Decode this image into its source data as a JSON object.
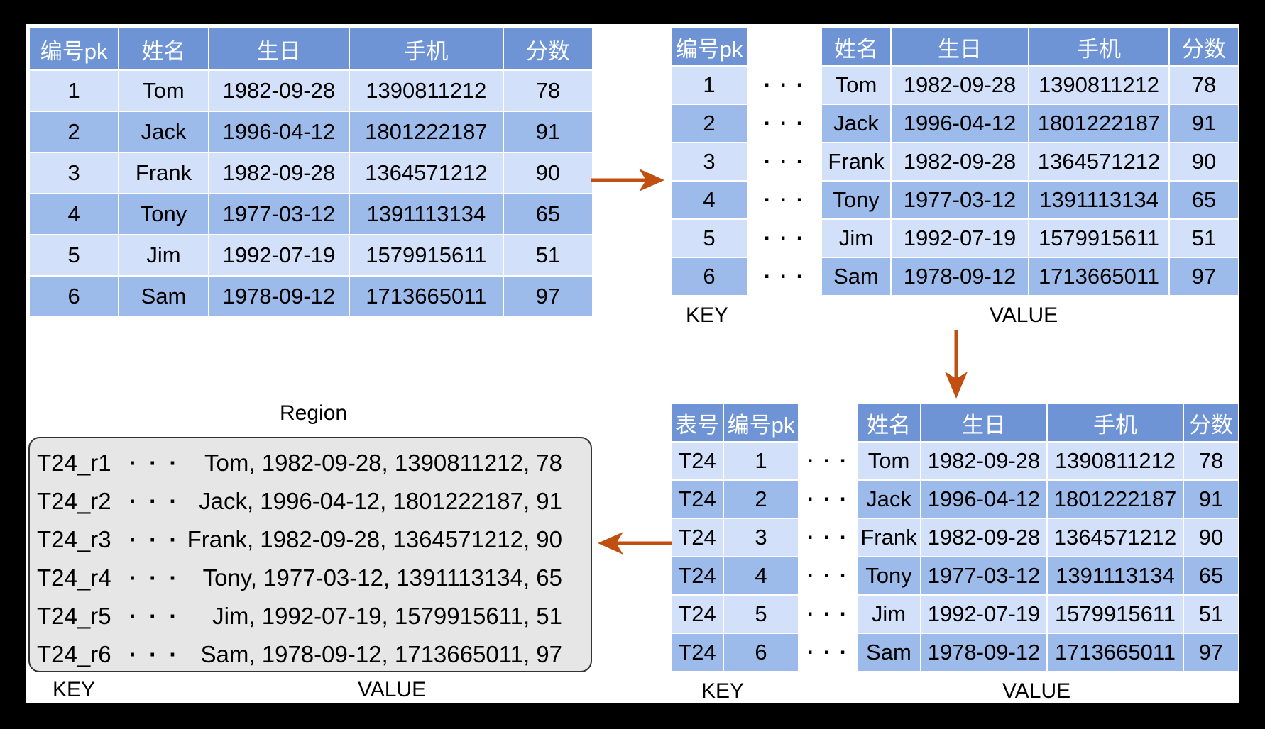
{
  "headers": {
    "pk": "编号pk",
    "name": "姓名",
    "birthday": "生日",
    "phone": "手机",
    "score": "分数",
    "table_no": "表号"
  },
  "ellipsis": "· · ·",
  "rows": [
    {
      "pk": "1",
      "name": "Tom",
      "birthday": "1982-09-28",
      "phone": "1390811212",
      "score": "78"
    },
    {
      "pk": "2",
      "name": "Jack",
      "birthday": "1996-04-12",
      "phone": "1801222187",
      "score": "91"
    },
    {
      "pk": "3",
      "name": "Frank",
      "birthday": "1982-09-28",
      "phone": "1364571212",
      "score": "90"
    },
    {
      "pk": "4",
      "name": "Tony",
      "birthday": "1977-03-12",
      "phone": "1391113134",
      "score": "65"
    },
    {
      "pk": "5",
      "name": "Jim",
      "birthday": "1992-07-19",
      "phone": "1579915611",
      "score": "51"
    },
    {
      "pk": "6",
      "name": "Sam",
      "birthday": "1978-09-12",
      "phone": "1713665011",
      "score": "97"
    }
  ],
  "table_no_value": "T24",
  "labels": {
    "key": "KEY",
    "value": "VALUE",
    "region": "Region"
  },
  "region_rows": [
    {
      "key": "T24_r1",
      "value": "Tom,  1982-09-28, 1390811212, 78"
    },
    {
      "key": "T24_r2",
      "value": "Jack,  1996-04-12, 1801222187, 91"
    },
    {
      "key": "T24_r3",
      "value": "Frank, 1982-09-28, 1364571212, 90"
    },
    {
      "key": "T24_r4",
      "value": "Tony,  1977-03-12, 1391113134, 65"
    },
    {
      "key": "T24_r5",
      "value": "Jim,   1992-07-19, 1579915611, 51"
    },
    {
      "key": "T24_r6",
      "value": "Sam,  1978-09-12, 1713665011, 97"
    }
  ],
  "colors": {
    "header": "#6e94d6",
    "row_light": "#d2e1f9",
    "row_dark": "#9dbbea",
    "arrow": "#c0500f",
    "region_bg": "#e6e6e6"
  },
  "icons": [
    "arrow-right-icon",
    "arrow-down-icon",
    "arrow-left-icon"
  ]
}
